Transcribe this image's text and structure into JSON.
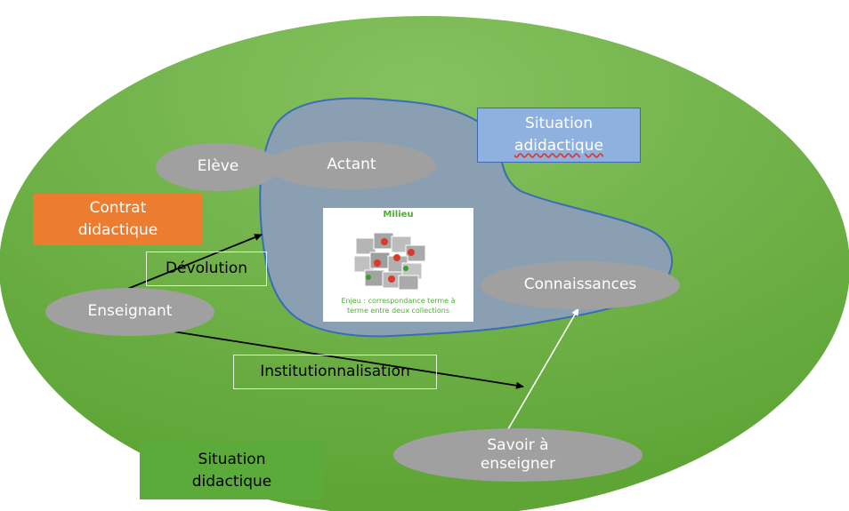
{
  "nodes": {
    "eleve": "Elève",
    "actant": "Actant",
    "enseignant": "Enseignant",
    "connaissances": "Connaissances",
    "savoir_line1": "Savoir à",
    "savoir_line2": "enseigner"
  },
  "labels": {
    "situation_adidactique_line1": "Situation",
    "situation_adidactique_line2": "adidactique",
    "contrat_line1": "Contrat",
    "contrat_line2": "didactique",
    "devolution": "Dévolution",
    "institutionnalisation": "Institutionnalisation",
    "situation_didactique_line1": "Situation",
    "situation_didactique_line2": "didactique"
  },
  "milieu": {
    "title": "Milieu",
    "enjeu_line1": "Enjeu : correspondance terme à",
    "enjeu_line2": "terme entre deux collections"
  },
  "colors": {
    "outer_ellipse": "#6aad3f",
    "outer_ellipse_light": "#7dbb55",
    "lake_fill": "#8c9fb0",
    "lake_stroke": "#3d6fb8",
    "oval_fill": "#9e9e9e",
    "adidactique_fill": "#8fb1e0",
    "adidactique_border": "#3e6bb0",
    "contrat_fill": "#ec7c30",
    "didactique_fill": "#5aab3a",
    "milieu_text": "#4caf2f"
  }
}
